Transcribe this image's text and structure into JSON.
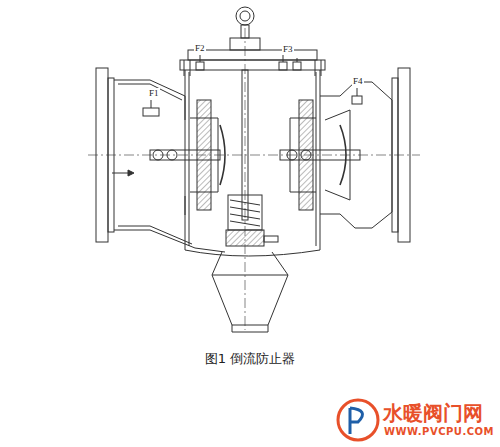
{
  "diagram": {
    "caption": "图1 倒流防止器",
    "labels": [
      "F1",
      "F2",
      "F3",
      "F4",
      "水暖阀门网",
      "WWW.PVCPU.COM"
    ]
  }
}
